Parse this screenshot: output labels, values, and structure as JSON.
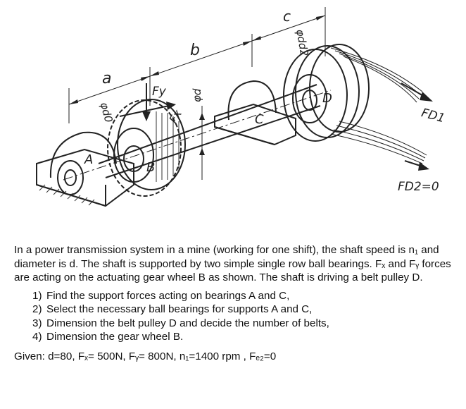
{
  "figure": {
    "labels": {
      "a": "a",
      "b": "b",
      "c": "c",
      "A": "A",
      "B": "B",
      "C": "C",
      "D": "D",
      "Fy": "Fy",
      "Fx": "Fx",
      "d": "φd",
      "d0": "φd0",
      "dd2": "φdd2",
      "FD1": "FD1",
      "FD2": "FD2=0"
    }
  },
  "description": "In a power transmission system in a mine (working for one shift), the shaft speed is n₁ and diameter  is d. The shaft is supported by two simple single row ball bearings. Fₓ and Fᵧ forces are acting on the actuating gear wheel B as shown. The shaft is driving a belt pulley D.",
  "tasks": [
    {
      "num": "1)",
      "text": "Find the support forces acting on bearings A and C,"
    },
    {
      "num": "2)",
      "text": "Select the necessary ball bearings for supports A and C,"
    },
    {
      "num": "3)",
      "text": "Dimension the belt pulley D and decide the number of belts,"
    },
    {
      "num": "4)",
      "text": "Dimension the gear wheel B."
    }
  ],
  "given": "Given:  d=80,   Fₓ= 500N, Fᵧ= 800N, n₁=1400 rpm , Fₑ₂=0"
}
